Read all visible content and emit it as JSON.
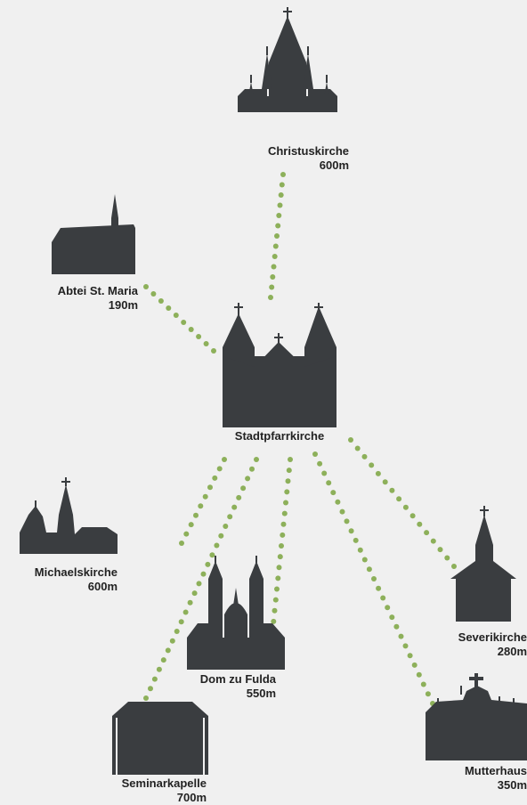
{
  "colors": {
    "silhouette": "#3a3d40",
    "dots": "#8db05a",
    "background": "#f0f0f0"
  },
  "center": {
    "name": "Stadtpfarrkirche"
  },
  "churches": [
    {
      "id": "christuskirche",
      "name": "Christuskirche",
      "distance": "600m"
    },
    {
      "id": "abtei",
      "name": "Abtei St. Maria",
      "distance": "190m"
    },
    {
      "id": "michaelskirche",
      "name": "Michaelskirche",
      "distance": "600m"
    },
    {
      "id": "dom",
      "name": "Dom zu Fulda",
      "distance": "550m"
    },
    {
      "id": "seminarkapelle",
      "name": "Seminarkapelle",
      "distance": "700m"
    },
    {
      "id": "severikirche",
      "name": "Severikirche",
      "distance": "280m"
    },
    {
      "id": "mutterhaus",
      "name": "Mutterhaus",
      "distance": "350m"
    }
  ]
}
